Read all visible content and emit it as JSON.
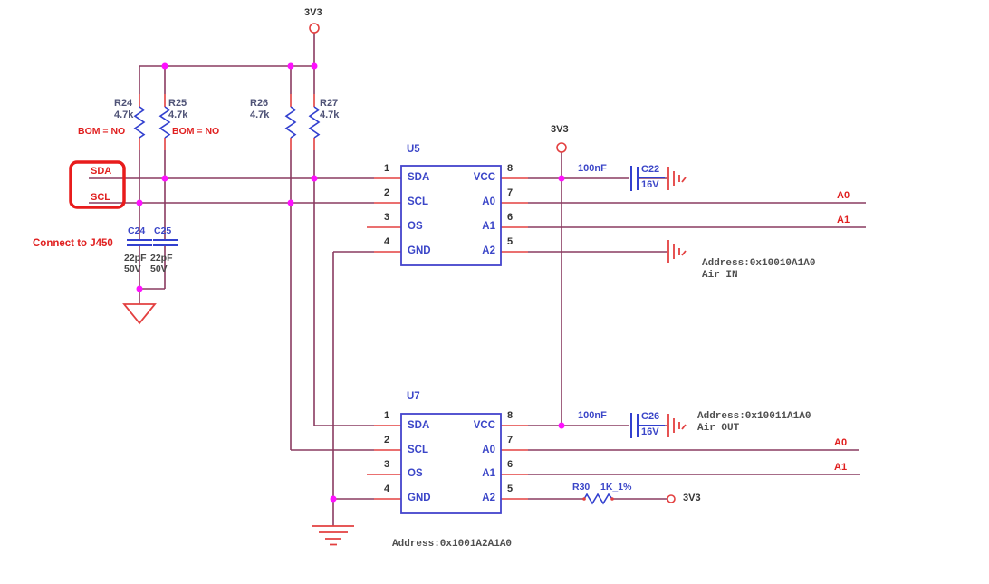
{
  "power": {
    "top_rail": "3V3",
    "mid_rail": "3V3",
    "r30_rail": "3V3"
  },
  "signals": {
    "sda": "SDA",
    "scl": "SCL",
    "u5_a0": "A0",
    "u5_a1": "A1",
    "u7_a0": "A0",
    "u7_a1": "A1"
  },
  "annotations": {
    "connect_note": "Connect to J450",
    "bom_note_r24": "BOM = NO",
    "bom_note_r25": "BOM = NO",
    "u5_address": "Address:0x10010A1A0",
    "u5_function": "Air IN",
    "u7_address": "Address:0x10011A1A0",
    "u7_function": "Air OUT",
    "bottom_address": "Address:0x1001A2A1A0"
  },
  "resistors": {
    "r24": {
      "ref": "R24",
      "value": "4.7k"
    },
    "r25": {
      "ref": "R25",
      "value": "4.7k"
    },
    "r26": {
      "ref": "R26",
      "value": "4.7k"
    },
    "r27": {
      "ref": "R27",
      "value": "4.7k"
    },
    "r30": {
      "ref": "R30",
      "value": "1K_1%"
    }
  },
  "capacitors": {
    "c22": {
      "ref": "C22",
      "value": "100nF",
      "voltage": "16V"
    },
    "c26": {
      "ref": "C26",
      "value": "100nF",
      "voltage": "16V"
    },
    "c24": {
      "ref": "C24",
      "value": "22pF",
      "voltage": "50V"
    },
    "c25": {
      "ref": "C25",
      "value": "22pF",
      "voltage": "50V"
    }
  },
  "ics": {
    "u5": {
      "ref": "U5",
      "left_pins": [
        {
          "num": "1",
          "name": "SDA"
        },
        {
          "num": "2",
          "name": "SCL"
        },
        {
          "num": "3",
          "name": "OS"
        },
        {
          "num": "4",
          "name": "GND"
        }
      ],
      "right_pins": [
        {
          "num": "8",
          "name": "VCC"
        },
        {
          "num": "7",
          "name": "A0"
        },
        {
          "num": "6",
          "name": "A1"
        },
        {
          "num": "5",
          "name": "A2"
        }
      ]
    },
    "u7": {
      "ref": "U7",
      "left_pins": [
        {
          "num": "1",
          "name": "SDA"
        },
        {
          "num": "2",
          "name": "SCL"
        },
        {
          "num": "3",
          "name": "OS"
        },
        {
          "num": "4",
          "name": "GND"
        }
      ],
      "right_pins": [
        {
          "num": "8",
          "name": "VCC"
        },
        {
          "num": "7",
          "name": "A0"
        },
        {
          "num": "6",
          "name": "A1"
        },
        {
          "num": "5",
          "name": "A2"
        }
      ]
    }
  },
  "colors": {
    "wire": "#8a3b60",
    "pin_stub": "#e34040",
    "symbol_blue": "#3240cf",
    "ic_border": "#4444cc",
    "junction": "#ff10ff",
    "highlight_box": "#e81c1c",
    "red_label": "#e01f1f"
  }
}
